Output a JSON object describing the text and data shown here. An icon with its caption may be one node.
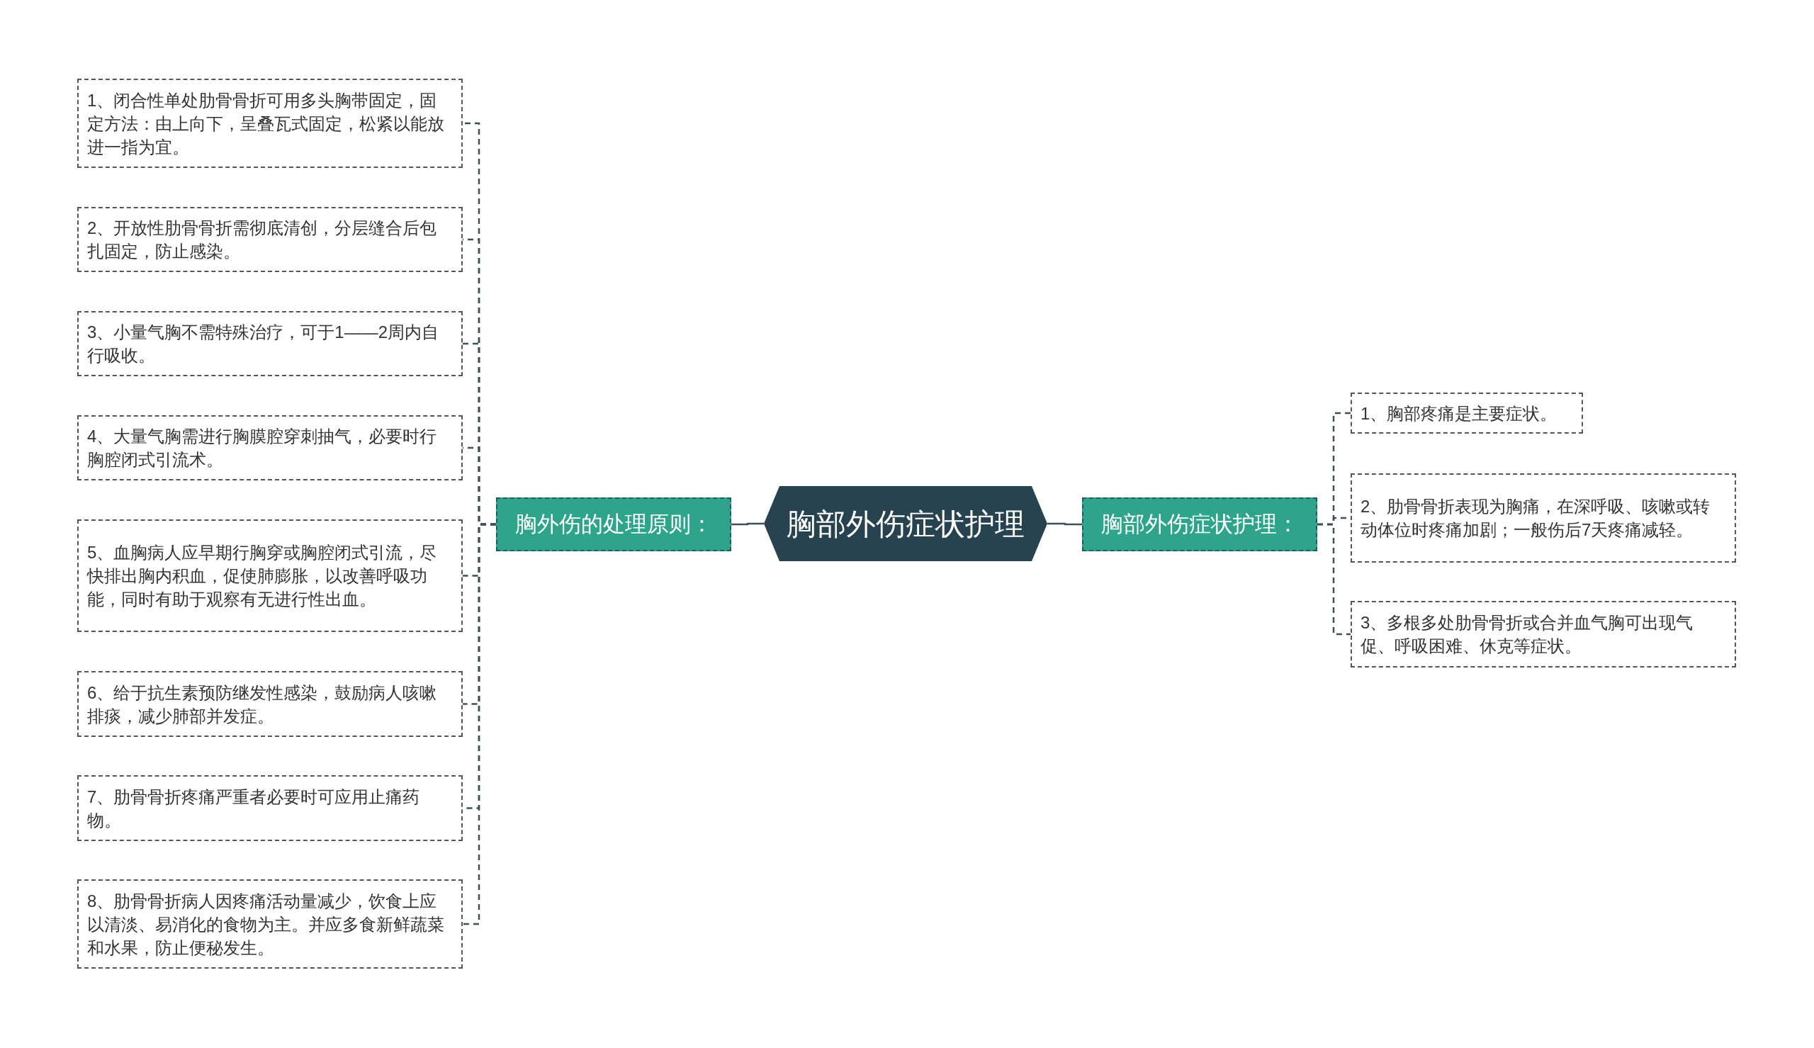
{
  "diagram": {
    "nodes": [
      {
        "text": [
          "胸部外伤症状护理"
        ]
      },
      {
        "text": [
          "胸外伤的处理原则："
        ]
      },
      {
        "text": [
          "1、闭合性单处肋骨骨折可用多头胸带固定，固定方法：由上向下，呈叠瓦式固定，松紧以能放进一指为宜。"
        ]
      },
      {
        "text": [
          "2、开放性肋骨骨折需彻底清创，分层缝合后包扎固定，防止感染。"
        ]
      },
      {
        "text": [
          "3、小量气胸不需特殊治疗，可于1——2周内自行吸收。"
        ]
      },
      {
        "text": [
          "4、大量气胸需进行胸膜腔穿刺抽气，必要时行胸腔闭式引流术。"
        ]
      },
      {
        "text": [
          "5、血胸病人应早期行胸穿或胸腔闭式引流，尽快排出胸内积血，促使肺膨胀，以改善呼吸功能，同时有助于观察有无进行性出血。"
        ]
      },
      {
        "text": [
          "6、给于抗生素预防继发性感染，鼓励病人咳嗽排痰，减少肺部并发症。"
        ]
      },
      {
        "text": [
          "7、肋骨骨折疼痛严重者必要时可应用止痛药物。"
        ]
      },
      {
        "text": [
          "8、肋骨骨折病人因疼痛活动量减少，饮食上应以清淡、易消化的食物为主。并应多食新鲜蔬菜和水果，防止便秘发生。"
        ]
      },
      {
        "text": [
          "胸部外伤症状护理："
        ]
      },
      {
        "text": [
          "1、胸部疼痛是主要症状。"
        ]
      },
      {
        "text": [
          "2、肋骨骨折表现为胸痛，在深呼吸、咳嗽或转动体位时疼痛加剧；一般伤后7天疼痛减轻。"
        ]
      },
      {
        "text": [
          "3、多根多处肋骨骨折或合并血气胸可出现气促、呼吸困难、休克等症状。"
        ]
      }
    ],
    "edges": [
      {
        "from": 0,
        "to": 1,
        "arrow": "none"
      },
      {
        "from": 1,
        "to": 2,
        "arrow": "none",
        "style": "dashed"
      },
      {
        "from": 1,
        "to": 3,
        "arrow": "none",
        "style": "dashed"
      },
      {
        "from": 1,
        "to": 4,
        "arrow": "none",
        "style": "dashed"
      },
      {
        "from": 1,
        "to": 5,
        "arrow": "none",
        "style": "dashed"
      },
      {
        "from": 1,
        "to": 6,
        "arrow": "none",
        "style": "dashed"
      },
      {
        "from": 1,
        "to": 7,
        "arrow": "none",
        "style": "dashed"
      },
      {
        "from": 1,
        "to": 8,
        "arrow": "none",
        "style": "dashed"
      },
      {
        "from": 1,
        "to": 9,
        "arrow": "none",
        "style": "dashed"
      },
      {
        "from": 0,
        "to": 10,
        "arrow": "none"
      },
      {
        "from": 10,
        "to": 11,
        "arrow": "none",
        "style": "dashed"
      },
      {
        "from": 10,
        "to": 12,
        "arrow": "none",
        "style": "dashed"
      },
      {
        "from": 10,
        "to": 13,
        "arrow": "none",
        "style": "dashed"
      }
    ]
  }
}
